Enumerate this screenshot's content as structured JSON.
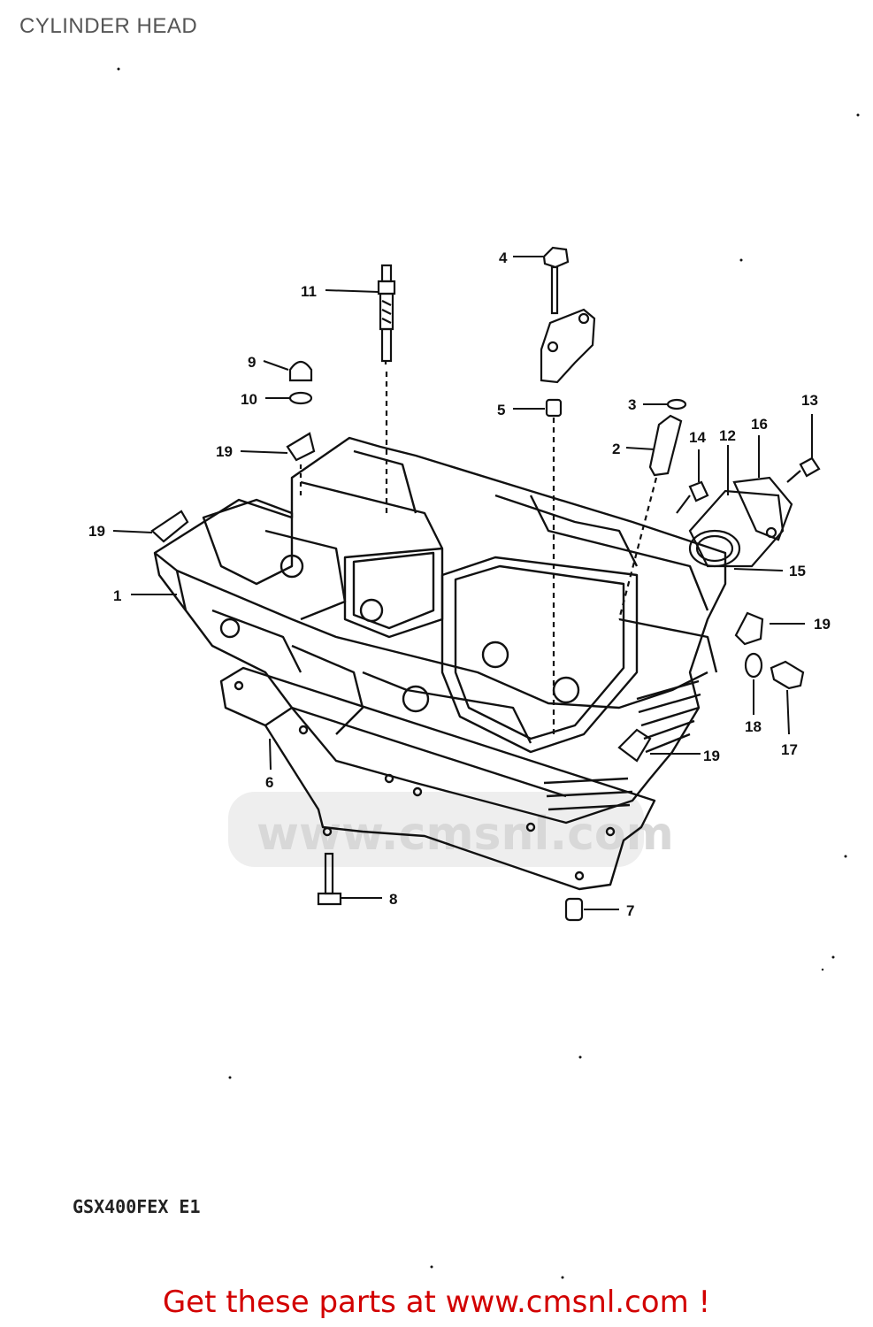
{
  "title": "CYLINDER HEAD",
  "model_code": "GSX400FEX E1",
  "footer": "Get these parts at www.cmsnl.com !",
  "watermark": "www.cmsnl.com",
  "callouts": [
    {
      "id": "c1",
      "label": "1"
    },
    {
      "id": "c2",
      "label": "2"
    },
    {
      "id": "c3",
      "label": "3"
    },
    {
      "id": "c4",
      "label": "4"
    },
    {
      "id": "c5",
      "label": "5"
    },
    {
      "id": "c6",
      "label": "6"
    },
    {
      "id": "c7",
      "label": "7"
    },
    {
      "id": "c8",
      "label": "8"
    },
    {
      "id": "c9",
      "label": "9"
    },
    {
      "id": "c10",
      "label": "10"
    },
    {
      "id": "c11",
      "label": "11"
    },
    {
      "id": "c12",
      "label": "12"
    },
    {
      "id": "c13",
      "label": "13"
    },
    {
      "id": "c14",
      "label": "14"
    },
    {
      "id": "c15",
      "label": "15"
    },
    {
      "id": "c16",
      "label": "16"
    },
    {
      "id": "c17",
      "label": "17"
    },
    {
      "id": "c18",
      "label": "18"
    },
    {
      "id": "c19a",
      "label": "19"
    },
    {
      "id": "c19b",
      "label": "19"
    },
    {
      "id": "c19c",
      "label": "19"
    },
    {
      "id": "c19d",
      "label": "19"
    }
  ],
  "colors": {
    "line": "#111111",
    "footer": "#d20000",
    "watermark": "#d8d8d8"
  }
}
